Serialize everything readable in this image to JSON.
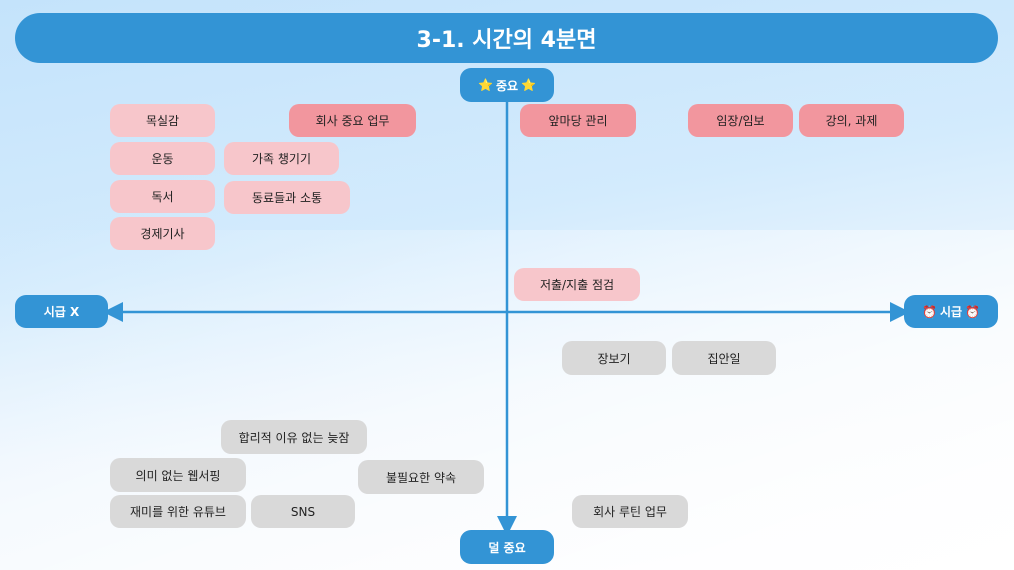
{
  "title": "3-1. 시간의 4분면",
  "axes": {
    "top": {
      "label": "중요",
      "icon": "star-icon",
      "glyph": "⭐"
    },
    "bottom": {
      "label": "덜 중요"
    },
    "left": {
      "label": "시급 X"
    },
    "right": {
      "label": "시급",
      "icon": "alarm-clock-icon",
      "glyph": "⏰"
    }
  },
  "items": [
    {
      "label": "목실감",
      "tone": "light-pink"
    },
    {
      "label": "운동",
      "tone": "light-pink"
    },
    {
      "label": "독서",
      "tone": "light-pink"
    },
    {
      "label": "경제기사",
      "tone": "light-pink"
    },
    {
      "label": "가족 챙기기",
      "tone": "light-pink"
    },
    {
      "label": "동료들과 소통",
      "tone": "light-pink"
    },
    {
      "label": "회사 중요 업무",
      "tone": "dark-pink"
    },
    {
      "label": "앞마당 관리",
      "tone": "dark-pink"
    },
    {
      "label": "임장/임보",
      "tone": "dark-pink"
    },
    {
      "label": "강의, 과제",
      "tone": "dark-pink"
    },
    {
      "label": "저출/지출 점검",
      "tone": "light-pink"
    },
    {
      "label": "장보기",
      "tone": "gray"
    },
    {
      "label": "집안일",
      "tone": "gray"
    },
    {
      "label": "합리적 이유 없는 늦잠",
      "tone": "gray"
    },
    {
      "label": "의미 없는 웹서핑",
      "tone": "gray"
    },
    {
      "label": "불필요한 약속",
      "tone": "gray"
    },
    {
      "label": "재미를 위한 유튜브",
      "tone": "gray"
    },
    {
      "label": "SNS",
      "tone": "gray"
    },
    {
      "label": "회사 루틴 업무",
      "tone": "gray"
    }
  ],
  "colors": {
    "accent": "#3394d5",
    "light_pink": "#f7c6cb",
    "dark_pink": "#f2969e",
    "gray": "#d9d9d9"
  }
}
